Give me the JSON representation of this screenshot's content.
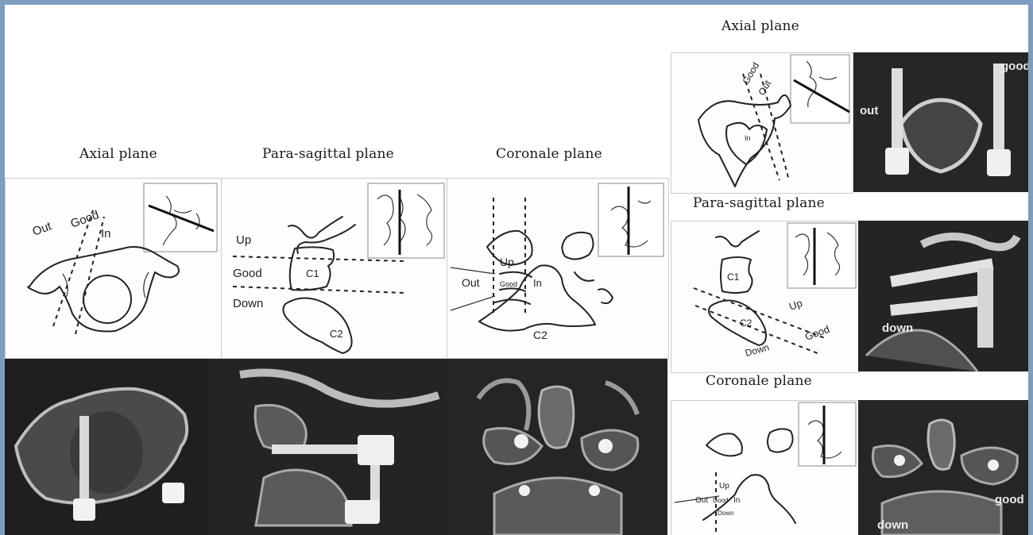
{
  "left_titles": {
    "axial": "Axial plane",
    "parasagittal": "Para-sagittal plane",
    "coronal": "Coronale plane"
  },
  "right_titles": {
    "axial": "Axial plane",
    "parasagittal": "Para-sagittal plane",
    "coronal": "Coronale plane"
  },
  "diagram_labels": {
    "out": "Out",
    "good": "Good",
    "in": "In",
    "up": "Up",
    "down": "Down",
    "c1": "C1",
    "c2": "C2"
  },
  "ct_labels": {
    "out": "out",
    "good": "good",
    "down": "down"
  }
}
